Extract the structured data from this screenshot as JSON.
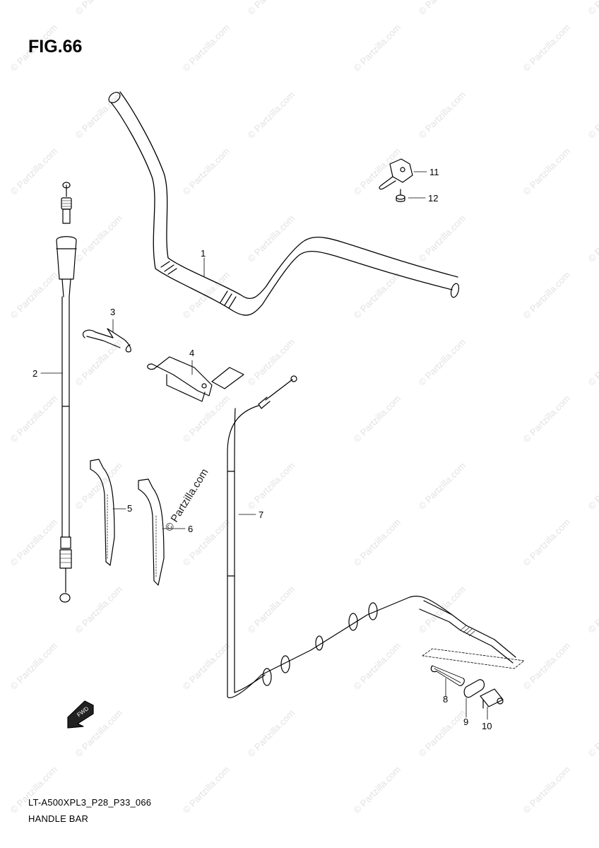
{
  "figure": {
    "title": "FIG.66",
    "model_code": "LT-A500XPL3_P28_P33_066",
    "caption": "HANDLE BAR"
  },
  "watermark": {
    "text": "© Partzilla.com",
    "emphasized_text": "© Partzilla.com"
  },
  "callouts": {
    "c1": "1",
    "c2": "2",
    "c3": "3",
    "c4": "4",
    "c5": "5",
    "c6": "6",
    "c7": "7",
    "c8": "8",
    "c9": "9",
    "c10": "10",
    "c11": "11",
    "c12": "12"
  },
  "fwd_arrow": {
    "label": "FWD"
  },
  "colors": {
    "line": "#000000",
    "watermark": "#e2e2e2",
    "background": "#ffffff"
  }
}
